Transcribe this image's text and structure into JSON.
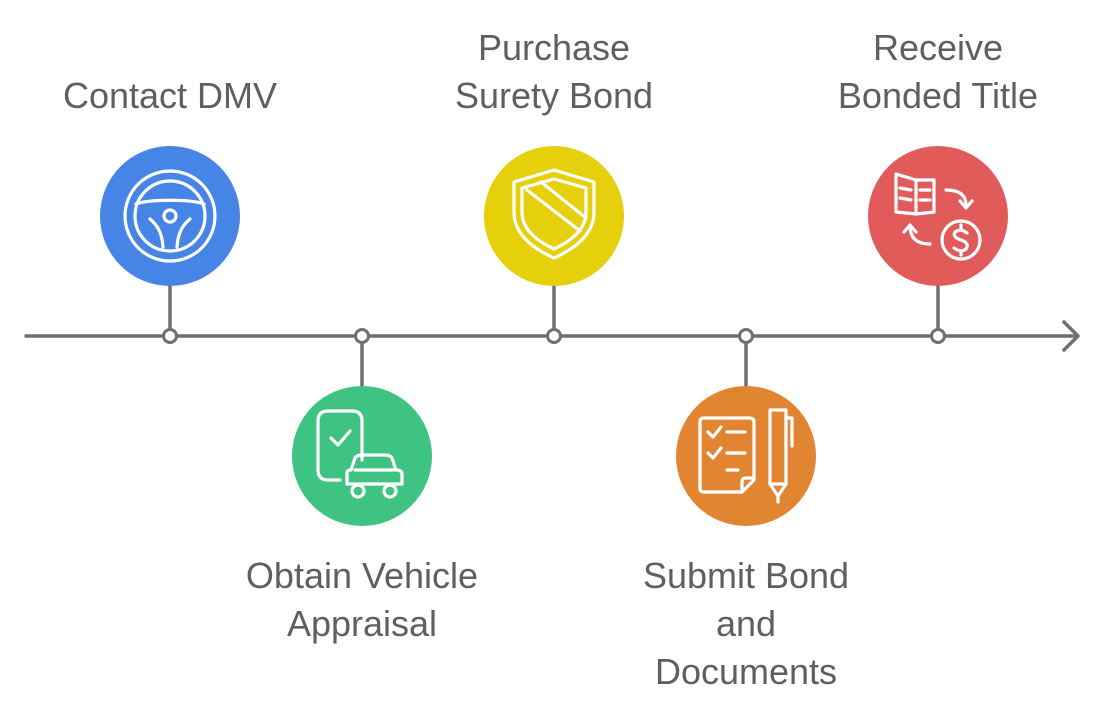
{
  "timeline": {
    "steps": [
      {
        "label_lines": [
          "Contact DMV"
        ],
        "icon": "steering-wheel-icon",
        "color": "#4684e6"
      },
      {
        "label_lines": [
          "Obtain Vehicle",
          "Appraisal"
        ],
        "icon": "document-car-icon",
        "color": "#3fc383"
      },
      {
        "label_lines": [
          "Purchase",
          "Surety Bond"
        ],
        "icon": "shield-icon",
        "color": "#e5d00b"
      },
      {
        "label_lines": [
          "Submit Bond",
          "and",
          "Documents"
        ],
        "icon": "checklist-pen-icon",
        "color": "#e28532"
      },
      {
        "label_lines": [
          "Receive",
          "Bonded Title"
        ],
        "icon": "title-exchange-dollar-icon",
        "color": "#e25b5b"
      }
    ],
    "line_color": "#6f6f6f"
  }
}
